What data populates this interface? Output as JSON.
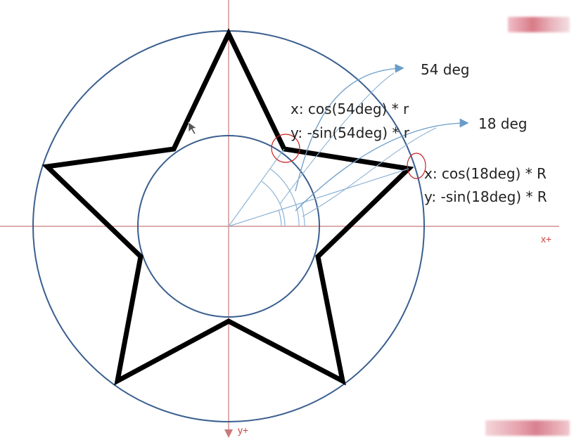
{
  "diagram": {
    "labels": {
      "angle_54": "54 deg",
      "angle_18": "18 deg",
      "inner_x": "x: cos(54deg) * r",
      "inner_y": "y: -sin(54deg) * r",
      "outer_x": "x: cos(18deg) * R",
      "outer_y": "y: -sin(18deg) * R",
      "x_axis": "x+",
      "y_axis": "y+"
    },
    "colors": {
      "circle": "#3a5f8f",
      "star": "#000000",
      "axis": "#c87a7a",
      "axis_label": "#d04040",
      "angle_line": "#8fb4d6",
      "arrow": "#6a9cc8",
      "highlight": "#cc2222"
    },
    "icons": [
      "arrow-icon",
      "cursor-icon"
    ]
  }
}
